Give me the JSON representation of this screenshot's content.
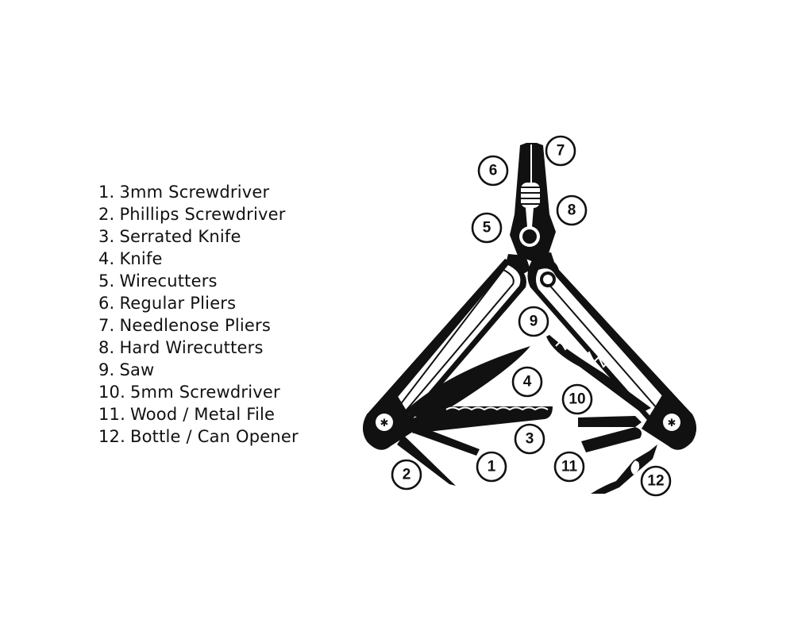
{
  "title": "Multi-tool components",
  "legend": [
    {
      "num": "1.",
      "label": "3mm Screwdriver"
    },
    {
      "num": "2.",
      "label": "Phillips Screwdriver"
    },
    {
      "num": "3.",
      "label": "Serrated Knife"
    },
    {
      "num": "4.",
      "label": "Knife"
    },
    {
      "num": "5.",
      "label": "Wirecutters"
    },
    {
      "num": "6.",
      "label": "Regular Pliers"
    },
    {
      "num": "7.",
      "label": "Needlenose Pliers"
    },
    {
      "num": "8.",
      "label": "Hard Wirecutters"
    },
    {
      "num": "9.",
      "label": "Saw"
    },
    {
      "num": "10.",
      "label": "5mm Screwdriver"
    },
    {
      "num": "11.",
      "label": "Wood / Metal File"
    },
    {
      "num": "12.",
      "label": "Bottle / Can Opener"
    }
  ],
  "callouts": [
    "1",
    "2",
    "3",
    "4",
    "5",
    "6",
    "7",
    "8",
    "9",
    "10",
    "11",
    "12"
  ],
  "colors": {
    "ink": "#111111",
    "background": "#ffffff"
  }
}
